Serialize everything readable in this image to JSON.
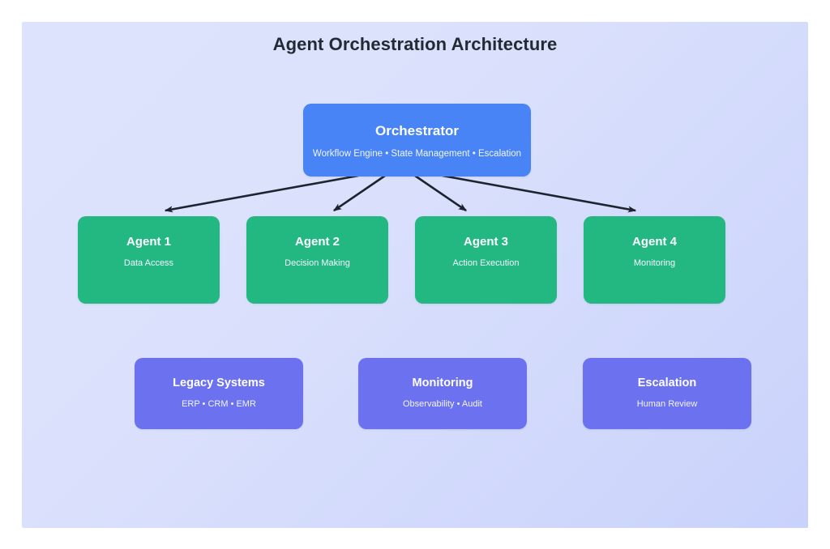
{
  "diagram": {
    "title": "Agent Orchestration Architecture",
    "colors": {
      "background_top": "#dee3fd",
      "background_bottom": "#c9d2fb",
      "orchestrator": "#4884f5",
      "agent": "#23b882",
      "support": "#6c72ef",
      "arrow": "#1c2430",
      "title_text": "#222b33",
      "node_text": "#ffffff"
    },
    "orchestrator": {
      "title": "Orchestrator",
      "subtitle": "Workflow Engine • State Management • Escalation"
    },
    "agents": [
      {
        "title": "Agent 1",
        "subtitle": "Data Access"
      },
      {
        "title": "Agent 2",
        "subtitle": "Decision Making"
      },
      {
        "title": "Agent 3",
        "subtitle": "Action Execution"
      },
      {
        "title": "Agent 4",
        "subtitle": "Monitoring"
      }
    ],
    "support": [
      {
        "title": "Legacy Systems",
        "subtitle": "ERP • CRM • EMR"
      },
      {
        "title": "Monitoring",
        "subtitle": "Observability • Audit"
      },
      {
        "title": "Escalation",
        "subtitle": "Human Review"
      }
    ],
    "connections": [
      {
        "from": "Orchestrator",
        "to": "Agent 1"
      },
      {
        "from": "Orchestrator",
        "to": "Agent 2"
      },
      {
        "from": "Orchestrator",
        "to": "Agent 3"
      },
      {
        "from": "Orchestrator",
        "to": "Agent 4"
      }
    ]
  }
}
